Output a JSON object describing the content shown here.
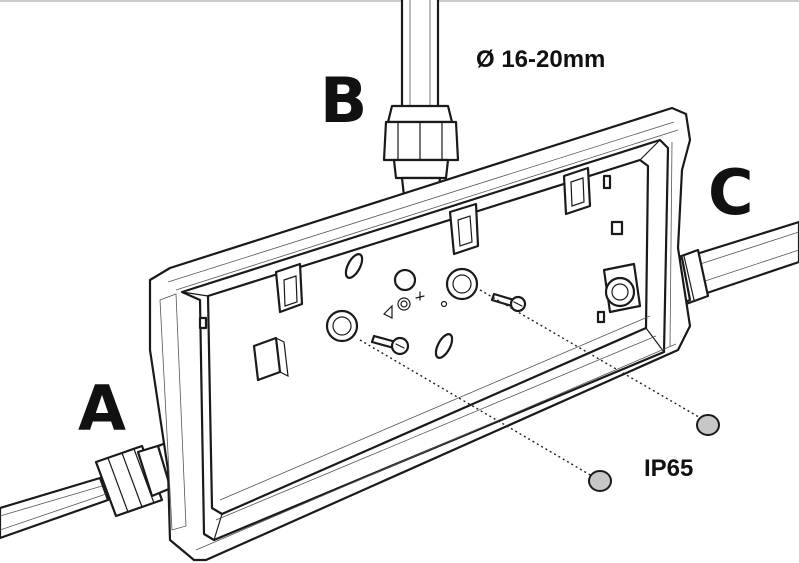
{
  "labels": {
    "entry_a": "A",
    "entry_b": "B",
    "entry_c": "C",
    "diameter": "Ø 16-20mm",
    "rating": "IP65"
  }
}
